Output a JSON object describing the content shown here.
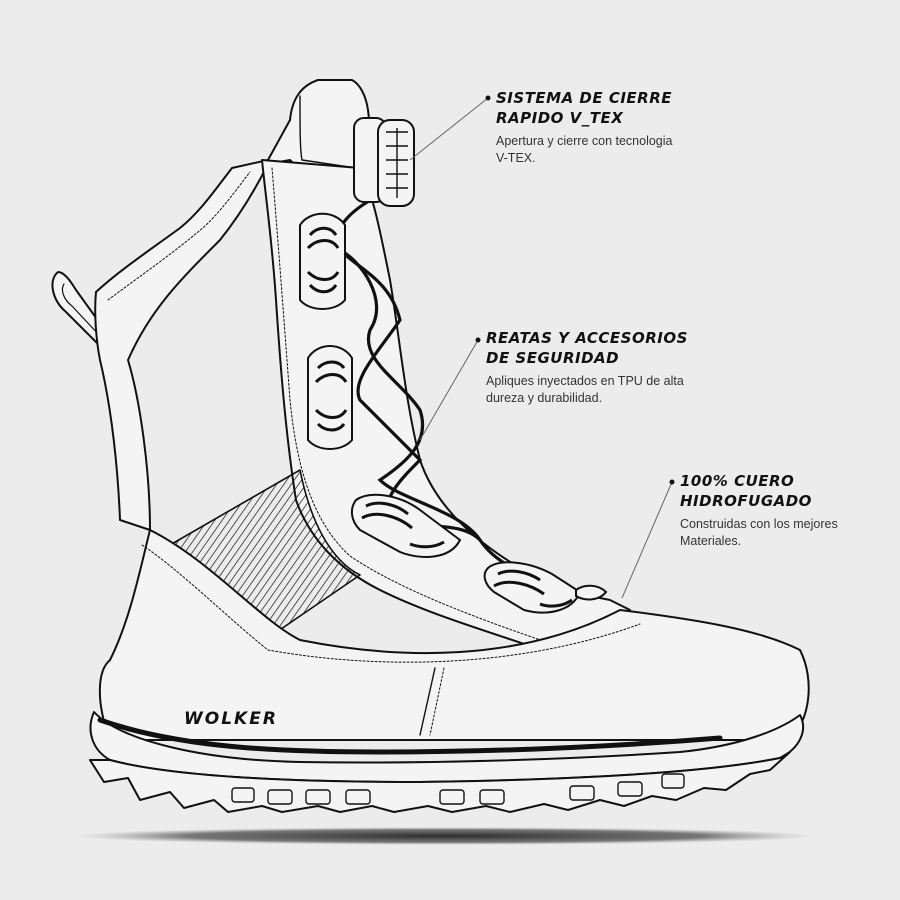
{
  "brand": {
    "logo_text": "WOLKER"
  },
  "colors": {
    "background": "#ececec",
    "line": "#111111",
    "fill": "#f4f4f4",
    "shadow": "#2a2a2a"
  },
  "callouts": [
    {
      "title_line1": "SISTEMA DE CIERRE",
      "title_line2": "RAPIDO V_TEX",
      "desc_line1": "Apertura y cierre con tecnologia",
      "desc_line2": "V-TEX."
    },
    {
      "title_line1": "REATAS Y ACCESORIOS",
      "title_line2": "DE SEGURIDAD",
      "desc_line1": "Apliques inyectados en TPU de alta",
      "desc_line2": "dureza y durabilidad."
    },
    {
      "title_line1": "100% CUERO",
      "title_line2": "HIDROFUGADO",
      "desc_line1": "Construidas con los mejores",
      "desc_line2": "Materiales."
    }
  ]
}
